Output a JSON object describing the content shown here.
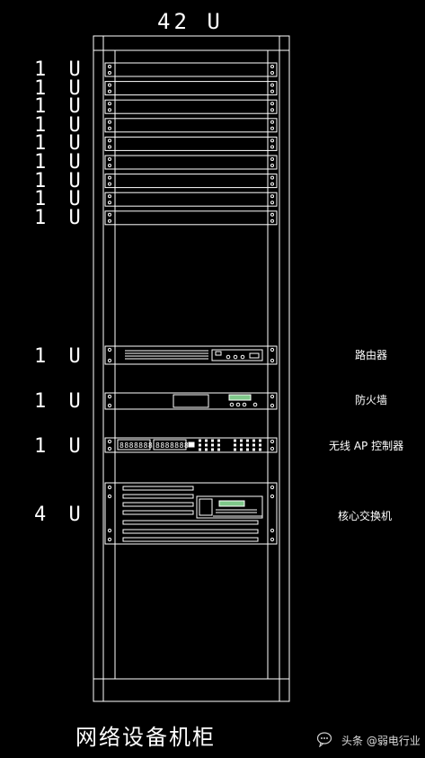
{
  "rack": {
    "title": "42 U",
    "caption": "网络设备机柜"
  },
  "blank_panels": {
    "count": 9,
    "unit_label": "1 U"
  },
  "devices": [
    {
      "id": "router",
      "u_label": "1 U",
      "name": "路由器"
    },
    {
      "id": "firewall",
      "u_label": "1 U",
      "name": "防火墙"
    },
    {
      "id": "ap-controller",
      "u_label": "1 U",
      "name": "无线  AP 控制器"
    },
    {
      "id": "core-switch",
      "u_label": "4 U",
      "name": "核心交换机"
    }
  ],
  "displays": {
    "ap_controller_left": "8888888",
    "ap_controller_mid": "8888888"
  },
  "watermark": "头条 @弱电行业"
}
